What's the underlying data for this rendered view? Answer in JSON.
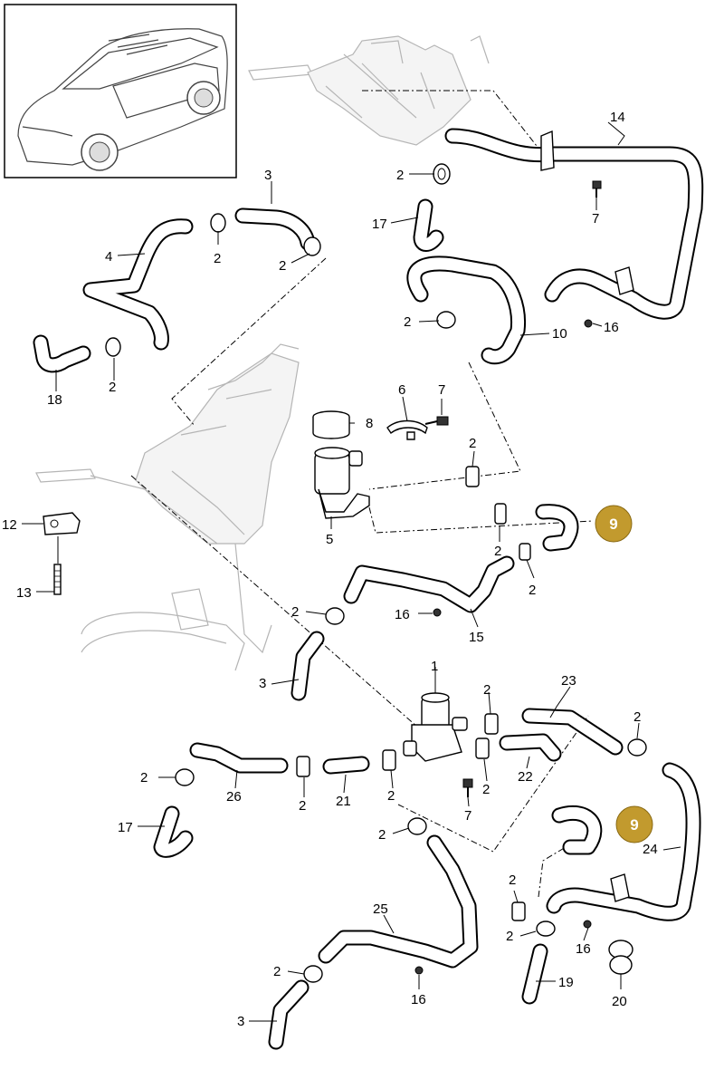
{
  "diagram": {
    "labels": {
      "l14": "14",
      "l7a": "7",
      "l2a": "2",
      "l17a": "17",
      "l3a": "3",
      "l4": "4",
      "l2b": "2",
      "l2c": "2",
      "l2d": "2",
      "l10": "10",
      "l16a": "16",
      "l18": "18",
      "l2e": "2",
      "l6": "6",
      "l7b": "7",
      "l8": "8",
      "l2f": "2",
      "l12": "12",
      "l5": "5",
      "l2g": "2",
      "l2h": "2",
      "l13": "13",
      "l2i": "2",
      "l16b": "16",
      "l15": "15",
      "l3b": "3",
      "l1": "1",
      "l2j": "2",
      "l23": "23",
      "l2k": "2",
      "l2l": "2",
      "l26": "26",
      "l2m": "2",
      "l21": "21",
      "l2n": "2",
      "l2o": "2",
      "l22": "22",
      "l7c": "7",
      "l17b": "17",
      "l2p": "2",
      "l24": "24",
      "l25": "25",
      "l2q": "2",
      "l2r": "2",
      "l16c": "16",
      "l2s": "2",
      "l16d": "16",
      "l19": "19",
      "l20": "20",
      "l3c": "3"
    },
    "badges": {
      "b9a": "9",
      "b9b": "9"
    }
  },
  "colors": {
    "badge_fill": "#c29a2e",
    "line": "#000000",
    "ghost": "#b5b5b5"
  }
}
